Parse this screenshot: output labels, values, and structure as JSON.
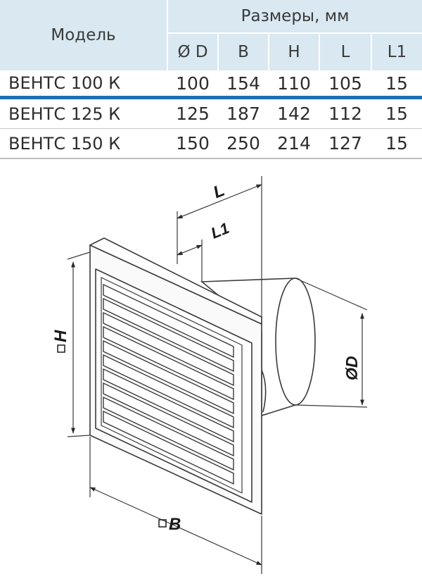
{
  "table": {
    "model_header": "Модель",
    "group_header": "Размеры, мм",
    "columns": [
      "Ø D",
      "B",
      "H",
      "L",
      "L1"
    ],
    "rows": [
      {
        "model": "ВЕНТС 100 К",
        "values": [
          "100",
          "154",
          "110",
          "105",
          "15"
        ]
      },
      {
        "model": "ВЕНТС 125 К",
        "values": [
          "125",
          "187",
          "142",
          "112",
          "15"
        ]
      },
      {
        "model": "ВЕНТС 150 К",
        "values": [
          "150",
          "250",
          "214",
          "127",
          "15"
        ]
      }
    ]
  },
  "drawing": {
    "label_L": "L",
    "label_L1": "L1",
    "label_H": "H",
    "label_D": "ØD",
    "label_B": "B"
  },
  "colors": {
    "header_bg": "#d9e8f1",
    "accent_line": "#1b6fb4",
    "line": "#3a3a3a"
  }
}
